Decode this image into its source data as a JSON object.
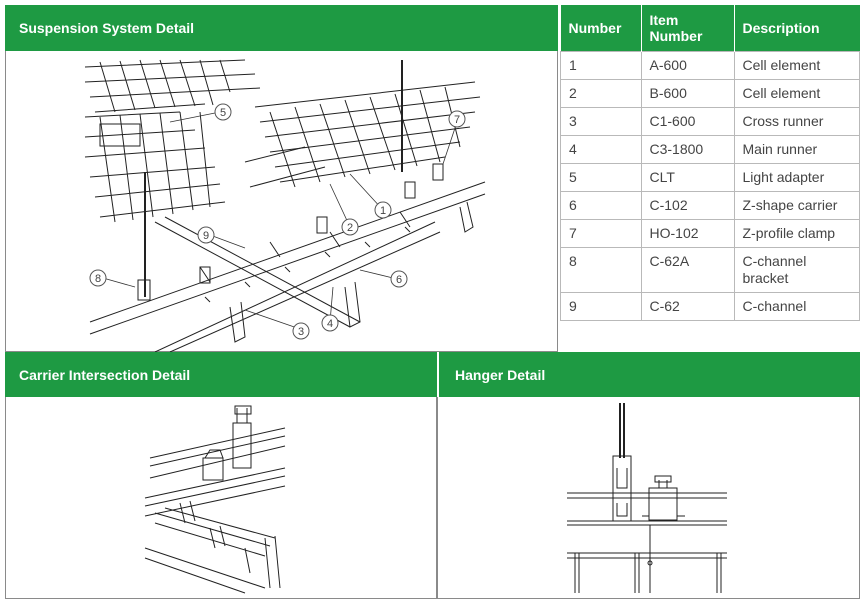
{
  "suspension": {
    "title": "Suspension System Detail",
    "callouts": [
      "1",
      "2",
      "3",
      "4",
      "5",
      "6",
      "7",
      "8",
      "9"
    ]
  },
  "parts_table": {
    "headers": [
      "Number",
      "Item Number",
      "Description"
    ],
    "rows": [
      {
        "number": "1",
        "item": "A-600",
        "description": "Cell element"
      },
      {
        "number": "2",
        "item": "B-600",
        "description": "Cell element"
      },
      {
        "number": "3",
        "item": "C1-600",
        "description": "Cross runner"
      },
      {
        "number": "4",
        "item": "C3-1800",
        "description": "Main runner"
      },
      {
        "number": "5",
        "item": "CLT",
        "description": "Light adapter"
      },
      {
        "number": "6",
        "item": "C-102",
        "description": "Z-shape carrier"
      },
      {
        "number": "7",
        "item": "HO-102",
        "description": "Z-profile clamp"
      },
      {
        "number": "8",
        "item": "C-62A",
        "description": "C-channel bracket"
      },
      {
        "number": "9",
        "item": "C-62",
        "description": "C-channel"
      }
    ]
  },
  "carrier": {
    "title": "Carrier Intersection Detail"
  },
  "hanger": {
    "title": "Hanger Detail"
  },
  "colors": {
    "header_green": "#1e9a43",
    "border": "#8a8a8a"
  }
}
